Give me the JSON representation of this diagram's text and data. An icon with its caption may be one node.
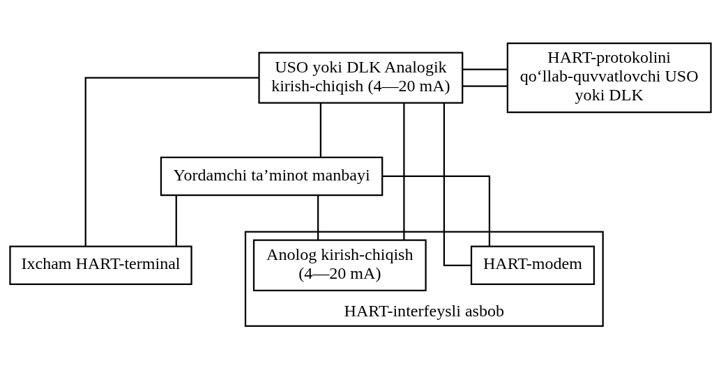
{
  "diagram": {
    "nodes": [
      {
        "text": [
          "USO yoki DLK Analogik kirish-chiqish (4—20 mA)"
        ]
      },
      {
        "text": [
          "HART-protokolini qo‘llab-quvvatlovchi USO yoki DLK"
        ]
      },
      {
        "text": [
          "Yordamchi ta’minot manbayi"
        ]
      },
      {
        "text": [
          "Ixcham HART-terminal"
        ]
      },
      {
        "text": [
          "HART-interfeysli asbob"
        ]
      },
      {
        "text": [
          "Anolog kirish-chiqish (4—20 mA)"
        ],
        "in": 4
      },
      {
        "text": [
          "HART-modem"
        ],
        "in": 4
      }
    ],
    "edges": [
      {
        "from": 0,
        "to": 1,
        "arrow": "none"
      },
      {
        "from": 0,
        "to": 1,
        "arrow": "none"
      },
      {
        "from": 0,
        "to": 2,
        "arrow": "none"
      },
      {
        "from": 0,
        "to": 3,
        "arrow": "none"
      },
      {
        "from": 0,
        "to": 5,
        "arrow": "none"
      },
      {
        "from": 0,
        "to": 6,
        "arrow": "none"
      },
      {
        "from": 2,
        "to": 3,
        "arrow": "none"
      },
      {
        "from": 2,
        "to": 5,
        "arrow": "none"
      },
      {
        "from": 2,
        "to": 6,
        "arrow": "none"
      }
    ]
  }
}
